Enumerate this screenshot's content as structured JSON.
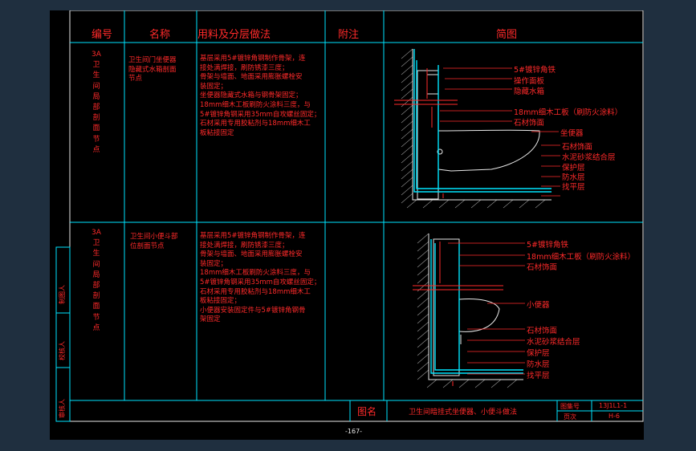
{
  "header": {
    "col_number": "编号",
    "col_name": "名称",
    "col_materials": "用料及分层做法",
    "col_notes": "附注",
    "col_drawing": "简图"
  },
  "rows": [
    {
      "number": "3A\n卫\n生\n间\n局\n部\n剖\n面\n节\n点",
      "name": "卫生间门坐便器\n隐藏式水箱剖面\n节点",
      "materials": "基层采用5#镀锌角钢制作骨架，连\n接处满焊接，刷防锈漆三度；\n骨架与墙面、地面采用膨胀螺栓安\n装固定；\n坐便器隐藏式水箱与钢骨架固定；\n18mm细木工板刷防火涂料三度，与\n5#镀锌角钢采用35mm自攻螺丝固定；\n石材采用专用胶粘剂与18mm细木工\n板粘接固定",
      "labels": [
        "5#镀锌角铁",
        "操作面板",
        "隐藏水箱",
        "18mm细木工板（刷防火涂料）",
        "石材饰面",
        "坐便器",
        "石材饰面",
        "水泥砂浆结合层",
        "保护层",
        "防水层",
        "找平层"
      ]
    },
    {
      "number": "3A\n卫\n生\n间\n局\n部\n剖\n面\n节\n点",
      "name": "卫生间小便斗部\n位剖面节点",
      "materials": "基层采用5#镀锌角钢制作骨架，连\n接处满焊接，刷防锈漆三度；\n骨架与墙面、地面采用膨胀螺栓安\n装固定；\n18mm细木工板刷防火涂料三度，与\n5#镀锌角钢采用35mm自攻螺丝固定；\n石材采用专用胶粘剂与18mm细木工\n板粘接固定；\n小便器安装固定件与5#镀锌角钢骨\n架固定",
      "labels": [
        "5#镀锌角铁",
        "18mm细木工板（刷防火涂料）",
        "石材饰面",
        "小便器",
        "石材饰面",
        "水泥砂浆结合层",
        "保护层",
        "防水层",
        "找平层"
      ]
    }
  ],
  "title_block": {
    "drawing_name_label": "图名",
    "drawing_name": "卫生间暗挂式坐便器、小便斗做法",
    "drawing_no_label": "图集号",
    "drawing_no": "13J1L1-1",
    "page_label": "页次",
    "page": "H-6"
  },
  "side_labels": [
    "制图人",
    "校核人",
    "审核人"
  ],
  "page_number": "-167-",
  "colors": {
    "background": "#1f2f3f",
    "sheet": "#000000",
    "red": "#ff2a2a",
    "cyan": "#00e5ff",
    "white": "#e8e8e8"
  }
}
